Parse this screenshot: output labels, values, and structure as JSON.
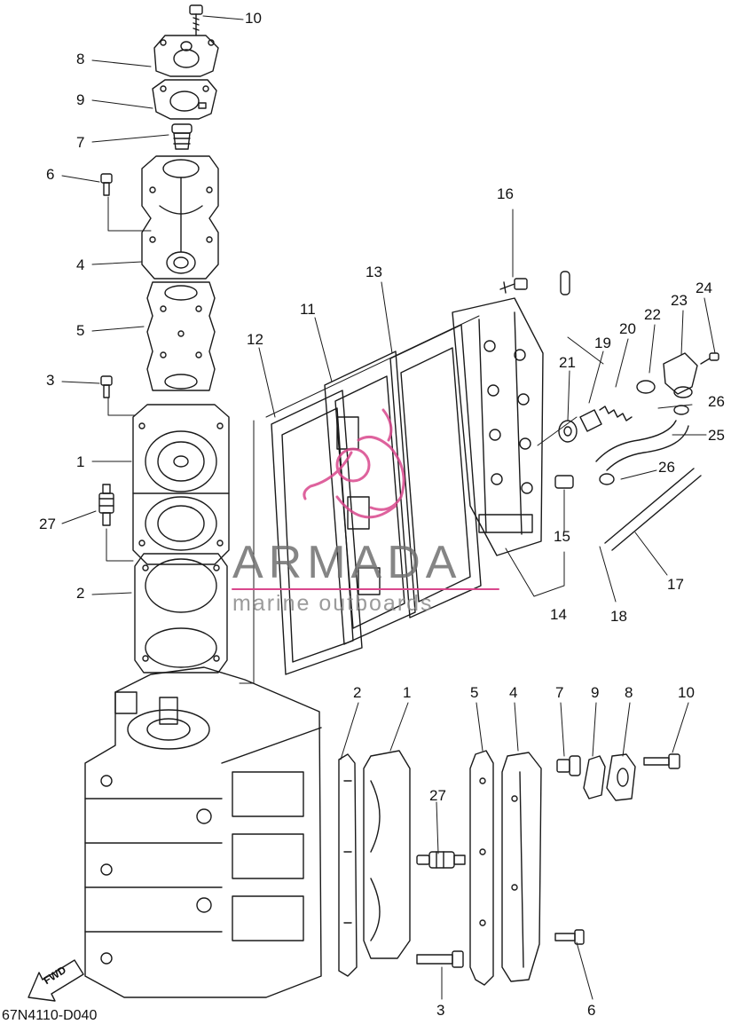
{
  "diagram": {
    "part_code": "67N4110-D040",
    "fwd_label": "FWD",
    "watermark": {
      "brand": "ARMADA",
      "tagline": "marine outboards",
      "accent_color": "#d9478c",
      "gray_color": "#707070"
    },
    "callouts": [
      {
        "id": "c10a",
        "label": "10"
      },
      {
        "id": "c8a",
        "label": "8"
      },
      {
        "id": "c9a",
        "label": "9"
      },
      {
        "id": "c7a",
        "label": "7"
      },
      {
        "id": "c6a",
        "label": "6"
      },
      {
        "id": "c4a",
        "label": "4"
      },
      {
        "id": "c5a",
        "label": "5"
      },
      {
        "id": "c3a",
        "label": "3"
      },
      {
        "id": "c1a",
        "label": "1"
      },
      {
        "id": "c27a",
        "label": "27"
      },
      {
        "id": "c2a",
        "label": "2"
      },
      {
        "id": "c16",
        "label": "16"
      },
      {
        "id": "c13",
        "label": "13"
      },
      {
        "id": "c11",
        "label": "11"
      },
      {
        "id": "c12",
        "label": "12"
      },
      {
        "id": "c24",
        "label": "24"
      },
      {
        "id": "c23",
        "label": "23"
      },
      {
        "id": "c22",
        "label": "22"
      },
      {
        "id": "c20",
        "label": "20"
      },
      {
        "id": "c19",
        "label": "19"
      },
      {
        "id": "c21",
        "label": "21"
      },
      {
        "id": "c26a",
        "label": "26"
      },
      {
        "id": "c25",
        "label": "25"
      },
      {
        "id": "c26b",
        "label": "26"
      },
      {
        "id": "c15",
        "label": "15"
      },
      {
        "id": "c17",
        "label": "17"
      },
      {
        "id": "c14",
        "label": "14"
      },
      {
        "id": "c18",
        "label": "18"
      },
      {
        "id": "c2b",
        "label": "2"
      },
      {
        "id": "c1b",
        "label": "1"
      },
      {
        "id": "c5b",
        "label": "5"
      },
      {
        "id": "c4b",
        "label": "4"
      },
      {
        "id": "c7b",
        "label": "7"
      },
      {
        "id": "c9b",
        "label": "9"
      },
      {
        "id": "c8b",
        "label": "8"
      },
      {
        "id": "c10b",
        "label": "10"
      },
      {
        "id": "c27b",
        "label": "27"
      },
      {
        "id": "c3b",
        "label": "3"
      },
      {
        "id": "c6b",
        "label": "6"
      }
    ]
  }
}
